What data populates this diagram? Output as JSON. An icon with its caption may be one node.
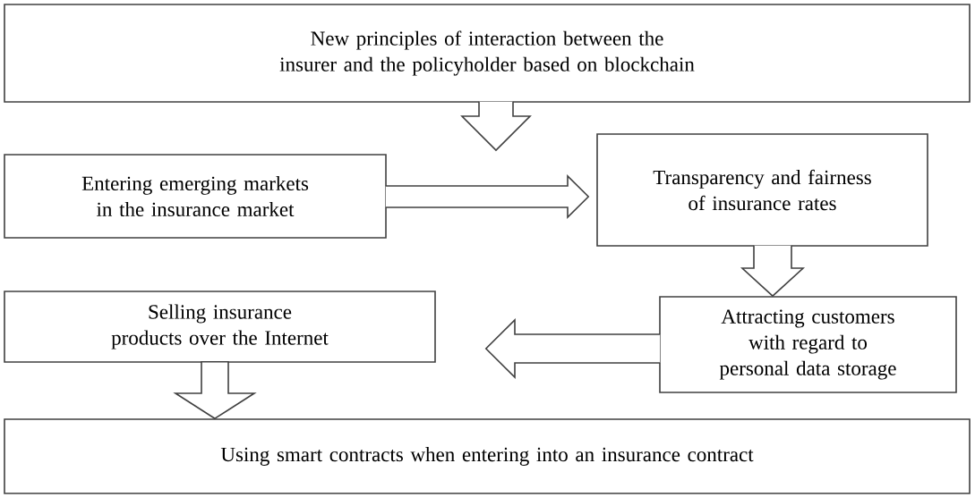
{
  "diagram": {
    "nodes": [
      {
        "text": [
          "New principles of interaction between the insurer and the policyholder based on blockchain"
        ]
      },
      {
        "text": [
          "Entering emerging markets in the insurance market"
        ]
      },
      {
        "text": [
          "Transparency and fairness of insurance rates"
        ]
      },
      {
        "text": [
          "Attracting customers with regard to personal data storage"
        ]
      },
      {
        "text": [
          "Selling insurance products over the Internet"
        ]
      },
      {
        "text": [
          "Using smart contracts when entering into an insurance contract"
        ]
      }
    ],
    "edges": [
      {
        "from": 0,
        "to": null,
        "arrow": "to"
      },
      {
        "from": 1,
        "to": 2,
        "arrow": "to"
      },
      {
        "from": 2,
        "to": 3,
        "arrow": "to"
      },
      {
        "from": 3,
        "to": 4,
        "arrow": "to"
      },
      {
        "from": 4,
        "to": 5,
        "arrow": "to"
      }
    ]
  }
}
